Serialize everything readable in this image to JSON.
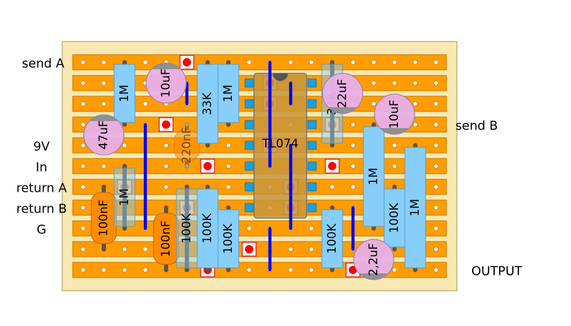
{
  "title": "TL074 stripboard layout",
  "colors": {
    "background": "#ffffff",
    "board": "#f8e9b4",
    "board_border": "#d2c28c",
    "strip": "#ff9c00",
    "strip_border": "#c87800",
    "hole": "#ffffff",
    "cut_fill": "#ffffff",
    "cut_dot": "#ff0000",
    "cut_border": "#e03030",
    "resistor": "#87cefa",
    "resistor_border": "#5a9ac8",
    "film_cap": "#ff8c00",
    "elec_cap": "#e8b0e8",
    "elec_stripe": "#909090",
    "wire": "#0000ff",
    "lead": "#555555",
    "ic_body": "#c8963c",
    "ic_pin": "#1aa0e0"
  },
  "grid": {
    "rows": 11,
    "cols": 18
  },
  "labels_left": [
    {
      "row": 0,
      "text": "send A"
    },
    {
      "row": 4,
      "text": "9V"
    },
    {
      "row": 5,
      "text": "In"
    },
    {
      "row": 6,
      "text": "return A"
    },
    {
      "row": 7,
      "text": "return B"
    },
    {
      "row": 8,
      "text": "G"
    }
  ],
  "labels_right": [
    {
      "row": 3,
      "text": "send B"
    },
    {
      "row": 10,
      "text": "OUTPUT"
    }
  ],
  "cuts": [
    {
      "row": 0,
      "col": 5
    },
    {
      "row": 3,
      "col": 4
    },
    {
      "row": 5,
      "col": 6
    },
    {
      "row": 5,
      "col": 12
    },
    {
      "row": 9,
      "col": 8
    },
    {
      "row": 10,
      "col": 6
    },
    {
      "row": 10,
      "col": 13
    },
    {
      "row": 6,
      "col": 2,
      "faded": true
    },
    {
      "row": 7,
      "col": 5,
      "faded": true
    },
    {
      "row": 3,
      "col": 12,
      "faded": true
    },
    {
      "row": 1,
      "col": 9,
      "ic": true
    },
    {
      "row": 2,
      "col": 9,
      "ic": true
    },
    {
      "row": 4,
      "col": 9,
      "ic": true
    },
    {
      "row": 6,
      "col": 10,
      "ic": true
    },
    {
      "row": 7,
      "col": 10,
      "ic": true
    }
  ],
  "wires": [
    {
      "col": 3,
      "r1": 3,
      "r2": 8
    },
    {
      "col": 5,
      "r1": 1,
      "r2": 2
    },
    {
      "col": 9,
      "r1": 0,
      "r2": 5
    },
    {
      "col": 10,
      "r1": 1,
      "r2": 2
    },
    {
      "col": 10,
      "r1": 4,
      "r2": 8
    },
    {
      "col": 9,
      "r1": 8,
      "r2": 10
    },
    {
      "col": 13,
      "r1": 7,
      "r2": 9
    }
  ],
  "ic": {
    "label": "TL074",
    "col1": 9,
    "col2": 10,
    "r1": 1,
    "r2": 7
  },
  "resistors": [
    {
      "label": "1M",
      "col": 2,
      "r1": 0,
      "r2": 3,
      "faded": false
    },
    {
      "label": "33K",
      "col": 6,
      "r1": 0,
      "r2": 4,
      "faded": false
    },
    {
      "label": "1M",
      "col": 7,
      "r1": 0,
      "r2": 3,
      "faded": false
    },
    {
      "label": "33K",
      "col": 12,
      "r1": 0,
      "r2": 4,
      "faded": true
    },
    {
      "label": "1M",
      "col": 14,
      "r1": 3,
      "r2": 8,
      "faded": false
    },
    {
      "label": "1M",
      "col": 2,
      "r1": 5,
      "r2": 8,
      "faded": true
    },
    {
      "label": "100K",
      "col": 5,
      "r1": 6,
      "r2": 10,
      "faded": true
    },
    {
      "label": "100K",
      "col": 6,
      "r1": 6,
      "r2": 10,
      "faded": false
    },
    {
      "label": "100K",
      "col": 7,
      "r1": 7,
      "r2": 10,
      "faded": false
    },
    {
      "label": "100K",
      "col": 12,
      "r1": 7,
      "r2": 10,
      "faded": false
    },
    {
      "label": "100K",
      "col": 15,
      "r1": 6,
      "r2": 9,
      "faded": false
    },
    {
      "label": "1M",
      "col": 16,
      "r1": 4,
      "r2": 10,
      "faded": false
    }
  ],
  "film_caps": [
    {
      "label": "220nF",
      "col": 5,
      "r1": 3,
      "r2": 5,
      "faded": true
    },
    {
      "label": "100nF",
      "col": 1,
      "r1": 6,
      "r2": 9,
      "faded": false
    },
    {
      "label": "100nF",
      "col": 4,
      "r1": 7,
      "r2": 10,
      "faded": false
    }
  ],
  "elec_caps": [
    {
      "label": "10uF",
      "col": 4,
      "r1": 0,
      "r2": 2,
      "x_offset": 0.0,
      "stripe": "top"
    },
    {
      "label": "47uF",
      "col": 1,
      "r1": 3,
      "r2": 4,
      "x_offset": 0.0,
      "stripe": "top"
    },
    {
      "label": "22uF",
      "col": 13,
      "r1": 0,
      "r2": 3,
      "x_offset": -0.5,
      "stripe": "bottom"
    },
    {
      "label": "10uF",
      "col": 15,
      "r1": 2,
      "r2": 3,
      "x_offset": 0.0,
      "stripe": "bottom"
    },
    {
      "label": "2,2uF",
      "col": 14,
      "r1": 9,
      "r2": 10,
      "x_offset": 0.0,
      "stripe": "bottom"
    }
  ]
}
